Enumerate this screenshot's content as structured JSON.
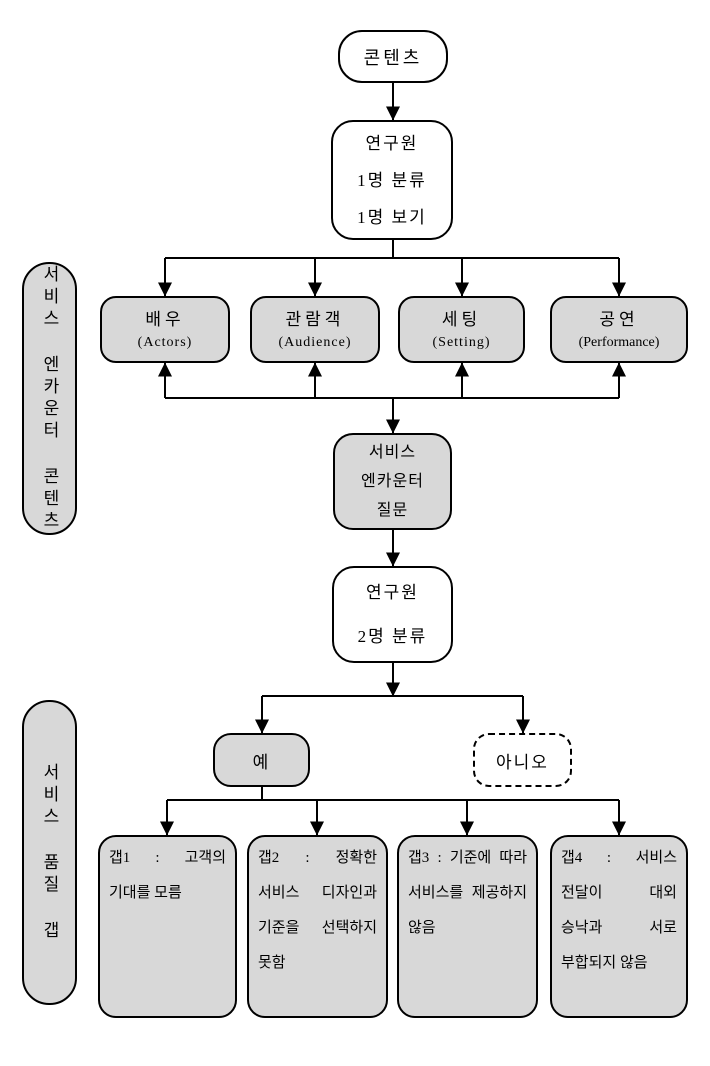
{
  "colors": {
    "box_fill_gray": "#d8d8d8",
    "box_fill_white": "#ffffff",
    "line": "#000000",
    "background": "#ffffff"
  },
  "sidebar_capsules": [
    {
      "label": "서비스 엔카운터 콘텐츠"
    },
    {
      "label": "서비스 품질 갭"
    }
  ],
  "flow": {
    "contents": {
      "label": "콘텐츠"
    },
    "researcher1": {
      "label": "연구원\n1명 분류\n1명 보기"
    },
    "encounter_items": [
      {
        "ko": "배우",
        "en": "(Actors)"
      },
      {
        "ko": "관람객",
        "en": "(Audience)"
      },
      {
        "ko": "세팅",
        "en": "(Setting)"
      },
      {
        "ko": "공연",
        "en": "(Performance)"
      }
    ],
    "encounter_question": {
      "label": "서비스\n엔카운터\n질문"
    },
    "researcher2": {
      "label": "연구원\n2명 분류"
    },
    "decision_yes": {
      "label": "예"
    },
    "decision_no": {
      "label": "아니오"
    },
    "gaps": [
      {
        "label": "갭1 : 고객의 기대를 모름"
      },
      {
        "label": "갭2 : 정확한 서비스 디자인과 기준을 선택하지 못함"
      },
      {
        "label": "갭3 : 기준에 따라 서비스를 제공하지 않음"
      },
      {
        "label": "갭4 : 서비스 전달이 대외 승낙과 서로 부합되지 않음"
      }
    ]
  }
}
